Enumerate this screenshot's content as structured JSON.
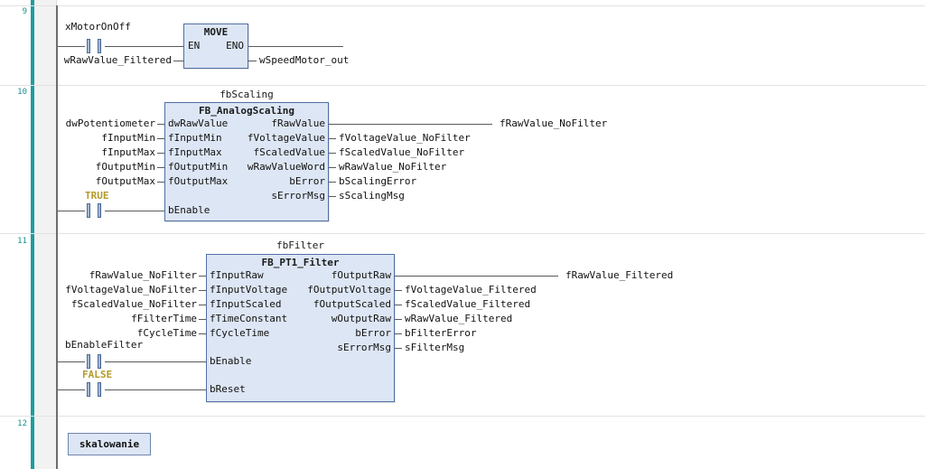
{
  "editor": {
    "type": "ladder-diagram-editor",
    "accent_teal": "#1a9e9e",
    "block_fill": "#dde6f4",
    "block_border": "#4f6fa5",
    "literal_color": "#b29a2a"
  },
  "rungs": [
    {
      "number": "9",
      "block": {
        "name": "MOVE",
        "instance": "",
        "inputs": [
          {
            "pin": "EN",
            "var": ""
          },
          {
            "pin": "",
            "var": "wRawValue_Filtered"
          }
        ],
        "outputs": [
          {
            "pin": "ENO",
            "var": ""
          },
          {
            "pin": "",
            "var": "wSpeedMotor_out"
          }
        ]
      },
      "contacts": [
        {
          "label": "xMotorOnOff",
          "literal": false
        }
      ]
    },
    {
      "number": "10",
      "block": {
        "name": "FB_AnalogScaling",
        "instance": "fbScaling",
        "inputs": [
          {
            "pin": "dwRawValue",
            "var": "dwPotentiometer"
          },
          {
            "pin": "fInputMin",
            "var": "fInputMin"
          },
          {
            "pin": "fInputMax",
            "var": "fInputMax"
          },
          {
            "pin": "fOutputMin",
            "var": "fOutputMin"
          },
          {
            "pin": "fOutputMax",
            "var": "fOutputMax"
          },
          {
            "pin": "bEnable",
            "var": ""
          }
        ],
        "outputs": [
          {
            "pin": "fRawValue",
            "var": "fRawValue_NoFilter"
          },
          {
            "pin": "fVoltageValue",
            "var": "fVoltageValue_NoFilter"
          },
          {
            "pin": "fScaledValue",
            "var": "fScaledValue_NoFilter"
          },
          {
            "pin": "wRawValueWord",
            "var": "wRawValue_NoFilter"
          },
          {
            "pin": "bError",
            "var": "bScalingError"
          },
          {
            "pin": "sErrorMsg",
            "var": "sScalingMsg"
          }
        ]
      },
      "contacts": [
        {
          "label": "TRUE",
          "literal": true
        }
      ]
    },
    {
      "number": "11",
      "block": {
        "name": "FB_PT1_Filter",
        "instance": "fbFilter",
        "inputs": [
          {
            "pin": "fInputRaw",
            "var": "fRawValue_NoFilter"
          },
          {
            "pin": "fInputVoltage",
            "var": "fVoltageValue_NoFilter"
          },
          {
            "pin": "fInputScaled",
            "var": "fScaledValue_NoFilter"
          },
          {
            "pin": "fTimeConstant",
            "var": "fFilterTime"
          },
          {
            "pin": "fCycleTime",
            "var": "fCycleTime"
          },
          {
            "pin": "bEnable",
            "var": ""
          },
          {
            "pin": "bReset",
            "var": ""
          }
        ],
        "outputs": [
          {
            "pin": "fOutputRaw",
            "var": "fRawValue_Filtered"
          },
          {
            "pin": "fOutputVoltage",
            "var": "fVoltageValue_Filtered"
          },
          {
            "pin": "fOutputScaled",
            "var": "fScaledValue_Filtered"
          },
          {
            "pin": "wOutputRaw",
            "var": "wRawValue_Filtered"
          },
          {
            "pin": "bError",
            "var": "bFilterError"
          },
          {
            "pin": "sErrorMsg",
            "var": "sFilterMsg"
          }
        ]
      },
      "contacts": [
        {
          "label": "bEnableFilter",
          "literal": false
        },
        {
          "label": "FALSE",
          "literal": true
        }
      ]
    },
    {
      "number": "12",
      "label_box": "skalowanie"
    }
  ]
}
